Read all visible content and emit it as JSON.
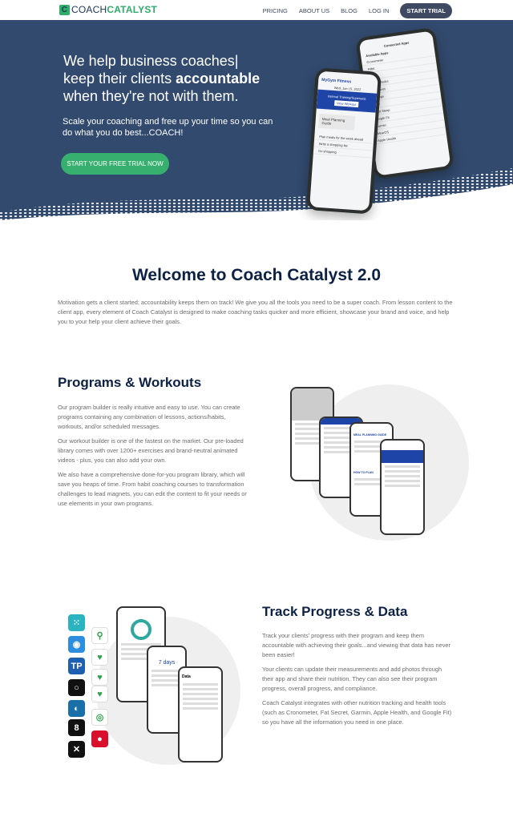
{
  "nav": {
    "logo_prefix": "COACH",
    "logo_suffix": "CATALYST",
    "links": [
      "PRICING",
      "ABOUT US",
      "BLOG",
      "LOG IN"
    ],
    "cta": "START TRIAL"
  },
  "hero": {
    "line1": "We help business coaches|",
    "line2_pre": "keep their clients ",
    "line2_bold": "accountable",
    "line3": "when they're not with them.",
    "subtitle": "Scale your coaching and free up your time so you can do what you do best...COACH!",
    "button": "START YOUR FREE TRIAL NOW",
    "phone_front": {
      "brand": "MyGym Fitness",
      "date": "Wed, Jun 15, 2022",
      "workout": "Interval Training/Supersets",
      "view": "View Workout",
      "lesson": "Meal Planning Guide",
      "actions": [
        "Plan meals for the week ahead",
        "Write a shopping list",
        "Go shopping"
      ]
    },
    "phone_back": {
      "title": "Connected Apps",
      "section": "Available Apps",
      "apps": [
        "Cronometer",
        "Fitbit",
        "",
        "Eating Peaks",
        "Fat Secret",
        "Withings",
        "Polar",
        "Eight Sleep",
        "Google Fit",
        "Garmin",
        "WearOS",
        "Apple Health"
      ]
    }
  },
  "welcome": {
    "title": "Welcome to Coach Catalyst 2.0",
    "body": "Motivation gets a client started; accountability keeps them on track! We give you all the tools you need to be a super coach. From lesson content to the client app, every element of Coach Catalyst is designed to make coaching tasks quicker and more efficient, showcase your brand and voice, and help you to your help your client achieve their goals."
  },
  "programs": {
    "title": "Programs & Workouts",
    "paragraphs": [
      "Our program builder is really intuitive and easy to use. You can create programs containing any combination of lessons, actions/habits, workouts, and/or scheduled messages.",
      "Our workout builder is one of the fastest on the market. Our pre-loaded library comes with over 1200+ exercises and brand-neutral animated videos - plus, you can also add your own.",
      "We also have a comprehensive done-for-you program library, which will save you heaps of time. From habit coaching courses to transformation challenges to lead magnets, you can edit the content to fit your needs or use elements in your own programs."
    ],
    "mock": {
      "meal": "MEAL PLANNING GUIDE",
      "how": "HOW TO PLAN"
    }
  },
  "track": {
    "title": "Track Progress & Data",
    "paragraphs": [
      "Track your clients' progress with their program and keep them accountable with achieving their goals...and viewing that data has never been easier!",
      "Your clients can update their measurements and add photos through their app and share their nutrition. They can also see their program progress, overall progress, and compliance.",
      "Coach Catalyst integrates with other nutrition tracking and health tools (such as Cronometer, Fat Secret, Garmin, Apple Health, and Google Fit) so you have all the information you need in one place."
    ],
    "mock": {
      "streak": "7 days",
      "data": "Data"
    }
  },
  "colors": {
    "navy": "#324a6e",
    "green": "#37b06f",
    "heading": "#0d2145"
  }
}
